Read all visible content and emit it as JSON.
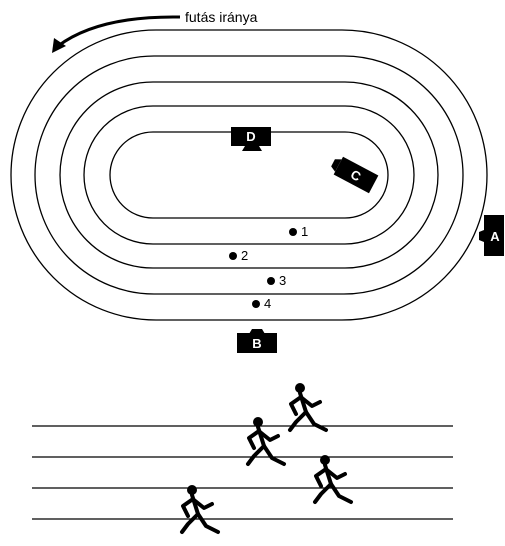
{
  "direction": {
    "label": "futás iránya"
  },
  "cameras": [
    {
      "id": "A",
      "label": "A"
    },
    {
      "id": "B",
      "label": "B"
    },
    {
      "id": "C",
      "label": "C"
    },
    {
      "id": "D",
      "label": "D"
    }
  ],
  "points": [
    {
      "label": "1"
    },
    {
      "label": "2"
    },
    {
      "label": "3"
    },
    {
      "label": "4"
    }
  ],
  "colors": {
    "ink": "#000000",
    "paper": "#ffffff"
  }
}
